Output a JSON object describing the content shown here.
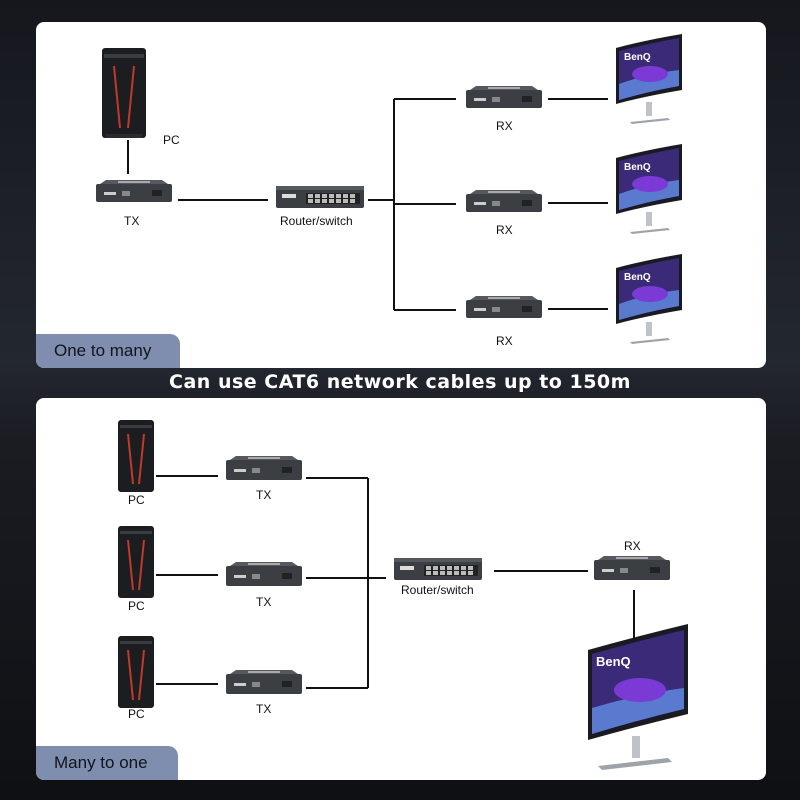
{
  "top": {
    "pc_label": "PC",
    "tx_label": "TX",
    "switch_label": "Router/switch",
    "rx_label": "RX",
    "mode_tag": "One to many",
    "monitor_brand": "BenQ"
  },
  "banner": "Can use CAT6 network cables up to 150m",
  "bottom": {
    "pc_label": "PC",
    "tx_label": "TX",
    "switch_label": "Router/switch",
    "rx_label": "RX",
    "mode_tag": "Many to one",
    "monitor_brand": "BenQ"
  },
  "colors": {
    "panel": "#ffffff",
    "tag": "#7f8eae",
    "device": "#3b3e43",
    "pc_accent": "#c0392b"
  }
}
